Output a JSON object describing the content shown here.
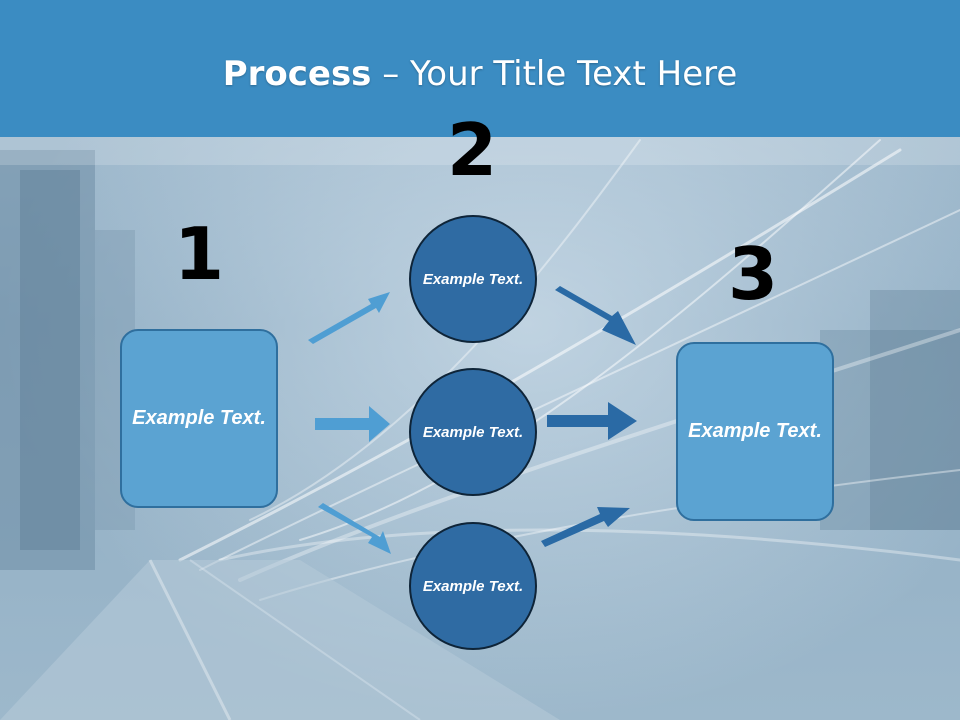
{
  "title": {
    "bold": "Process",
    "rest": " – Your Title Text Here"
  },
  "stages": {
    "one": "1",
    "two": "2",
    "three": "3"
  },
  "left_box": {
    "label": "Example Text."
  },
  "right_box": {
    "label": "Example Text."
  },
  "circles": [
    {
      "label": "Example Text."
    },
    {
      "label": "Example Text."
    },
    {
      "label": "Example Text."
    }
  ],
  "colors": {
    "title_band": "#3b8cc2",
    "box_fill": "#5ba3d2",
    "circle_fill": "#2f6ba3",
    "arrow_light": "#4f9ed3",
    "arrow_dark": "#2a6aa5"
  }
}
